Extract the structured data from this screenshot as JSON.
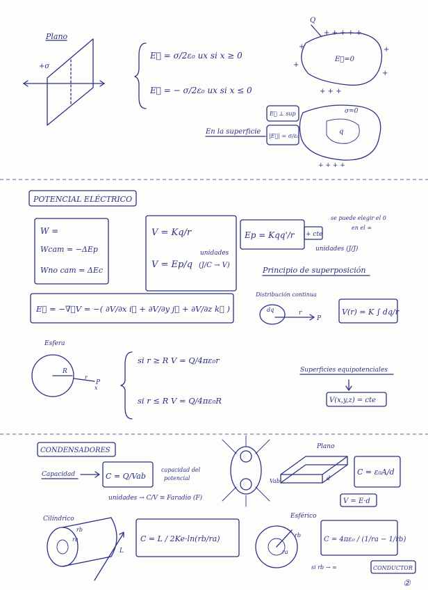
{
  "page_number": "②",
  "section1": {
    "plane_label": "Plano",
    "sigma_label": "+σ",
    "field_pos": "E⃗ = σ/2ε₀ ux   si  x ≥ 0",
    "field_neg": "E⃗ = − σ/2ε₀ ux   si  x ≤ 0",
    "conductor_inside": "E⃗=0",
    "conductor_q": "Q",
    "surface_label": "En la superficie",
    "surface_field": "E⃗ ⊥ sup",
    "surface_value": "|E⃗| = σ/ε₀",
    "inner_sigma": "σ=0",
    "inner_q": "q"
  },
  "section2": {
    "title": "POTENCIAL ELÉCTRICO",
    "work1": "W =",
    "work2": "Wcam = −ΔEp",
    "work3": "Wno cam = ΔEc",
    "v_def1": "V = Kq/r",
    "v_def2": "V = Ep/q",
    "units_label": "unidades",
    "units_value": "(J/C → V)",
    "ep": "Ep = Kqq'/r",
    "ep_const": "+ cte",
    "ep_note1": "se puede elegir el 0",
    "ep_note2": "en el ∞",
    "ep_units": "unidades (J/J)",
    "superposition": "Principio de superposición",
    "continuous": "Distribución continua",
    "dq": "dq",
    "dq_r": "r",
    "dq_p": "P",
    "v_integral": "V(r) = K ∫ dq/r",
    "gradient": "E⃗ = −∇⃗V = −( ∂V/∂x i⃗ + ∂V/∂y j⃗ + ∂V/∂z k⃗ )",
    "sphere_label": "Esfera",
    "sphere_r": "R",
    "sphere_p": "P",
    "sphere_rr": "r",
    "sphere_x": "x",
    "sphere_v1": "si  r ≥ R      V = Q/4πε₀r",
    "sphere_v2": "si  r ≤ R      V = Q/4πε₀R",
    "equipotential": "Superficies equipotenciales",
    "equipotential_eq": "V(x,y,z) = cte"
  },
  "section3": {
    "title": "CONDENSADORES",
    "capacity_label": "Capacidad",
    "capacity_eq": "C = Q/Vab",
    "capacity_note1": "capacidad del",
    "capacity_note2": "potencial",
    "units_line": "unidades → C/V ≡ Faradio (F)",
    "plate_label": "Plano",
    "plate_eq": "C = ε₀A/d",
    "plate_v": "V = E·d",
    "plate_vab": "Vab",
    "plate_d": "d",
    "cyl_label": "Cilíndrico",
    "cyl_eq": "C = L / 2Ke·ln(rb/ra)",
    "cyl_ra": "ra",
    "cyl_rb": "rb",
    "cyl_l": "L",
    "sph_label": "Esférico",
    "sph_eq": "C = 4πε₀ / (1/ra − 1/rb)",
    "sph_ra": "ra",
    "sph_rb": "rb",
    "sph_note": "si rb → ∞",
    "sph_result": "CONDUCTOR"
  }
}
